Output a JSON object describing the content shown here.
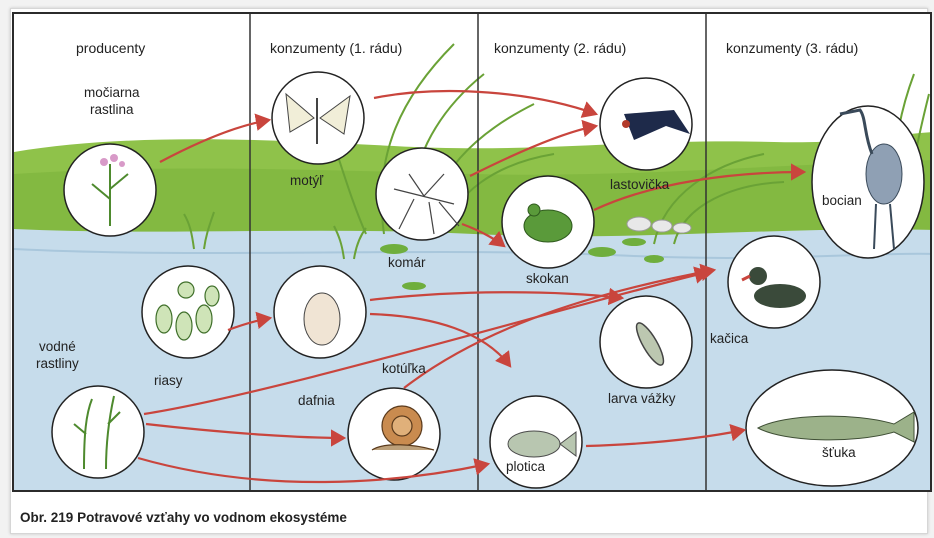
{
  "columns": [
    {
      "heading": "producenty"
    },
    {
      "heading": "konzumenty (1. rádu)"
    },
    {
      "heading": "konzumenty (2. rádu)"
    },
    {
      "heading": "konzumenty (3. rádu)"
    }
  ],
  "organisms": {
    "mociarna_rastlina": "močiarna\nrastlina",
    "vodne_rastliny": "vodné\nrastliny",
    "riasy": "riasy",
    "motyl": "motýľ",
    "komar": "komár",
    "dafnia": "dafnia",
    "kotulka": "kotúľka",
    "lastovicka": "lastovička",
    "skokan": "skokan",
    "larva_vazky": "larva vážky",
    "plotica": "plotica",
    "bocian": "bocian",
    "kacica": "kačica",
    "stuka": "šťuka"
  },
  "caption": {
    "number": "Obr. 219",
    "text": "Potravové vzťahy vo vodnom ekosystéme"
  },
  "colors": {
    "arrow": "#c9453d",
    "grass": "#8fc24a",
    "water": "#c6dceb",
    "sky": "#ffffff"
  }
}
